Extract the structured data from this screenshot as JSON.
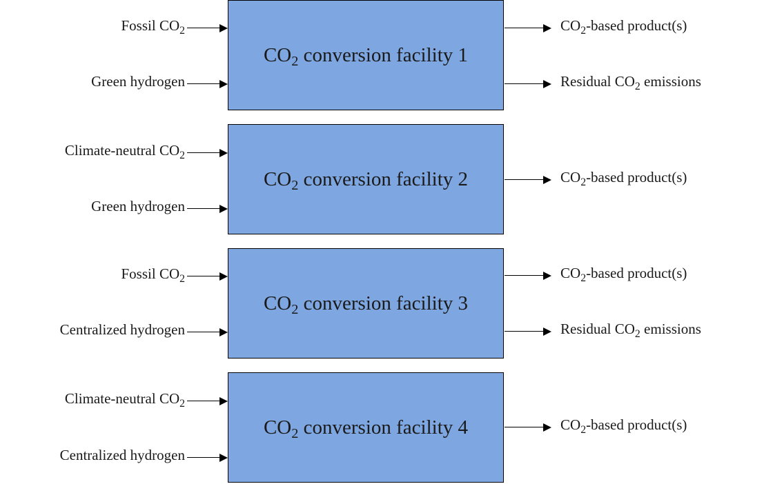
{
  "colors": {
    "box_fill": "#7ea6e0",
    "box_border": "#000000",
    "text": "#1a1a1a",
    "arrow": "#000000"
  },
  "facilities": [
    {
      "label": {
        "pre": "CO",
        "sub": "2",
        "post": " conversion facility 1"
      },
      "inputs": [
        {
          "pre": "Fossil CO",
          "sub": "2",
          "post": ""
        },
        {
          "pre": "Green hydrogen",
          "sub": "",
          "post": ""
        }
      ],
      "outputs": [
        {
          "pre": "CO",
          "sub": "2",
          "post": "-based product(s)"
        },
        {
          "pre": "Residual CO",
          "sub": "2",
          "post": " emissions"
        }
      ]
    },
    {
      "label": {
        "pre": "CO",
        "sub": "2",
        "post": " conversion facility 2"
      },
      "inputs": [
        {
          "pre": "Climate-neutral CO",
          "sub": "2",
          "post": ""
        },
        {
          "pre": "Green hydrogen",
          "sub": "",
          "post": ""
        }
      ],
      "outputs": [
        {
          "pre": "CO",
          "sub": "2",
          "post": "-based product(s)"
        }
      ]
    },
    {
      "label": {
        "pre": "CO",
        "sub": "2",
        "post": " conversion facility 3"
      },
      "inputs": [
        {
          "pre": "Fossil CO",
          "sub": "2",
          "post": ""
        },
        {
          "pre": "Centralized hydrogen",
          "sub": "",
          "post": ""
        }
      ],
      "outputs": [
        {
          "pre": "CO",
          "sub": "2",
          "post": "-based product(s)"
        },
        {
          "pre": "Residual CO",
          "sub": "2",
          "post": " emissions"
        }
      ]
    },
    {
      "label": {
        "pre": "CO",
        "sub": "2",
        "post": " conversion facility 4"
      },
      "inputs": [
        {
          "pre": "Climate-neutral CO",
          "sub": "2",
          "post": ""
        },
        {
          "pre": "Centralized hydrogen",
          "sub": "",
          "post": ""
        }
      ],
      "outputs": [
        {
          "pre": "CO",
          "sub": "2",
          "post": "-based product(s)"
        }
      ]
    }
  ]
}
